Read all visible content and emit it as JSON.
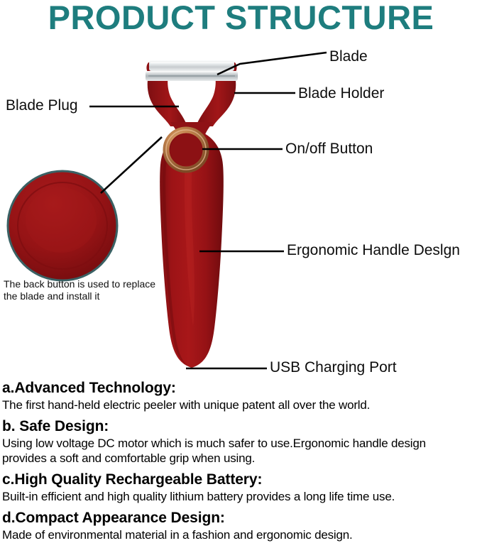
{
  "title": "PRODUCT STRUCTURE",
  "colors": {
    "title_teal": "#1E7D7E",
    "handle_red": "#9E1316",
    "handle_red_dark": "#6E0C0F",
    "handle_red_light": "#B5201F",
    "button_copper": "#C98A5B",
    "button_copper_dark": "#8C5530",
    "blade_silver": "#D8DCDE",
    "blade_white": "#F2F4F5",
    "inset_border": "#3A6164",
    "leader_line": "#000000",
    "text": "#111111"
  },
  "callouts": [
    {
      "id": "blade",
      "label": "Blade"
    },
    {
      "id": "blade_holder",
      "label": "Blade Holder"
    },
    {
      "id": "onoff",
      "label": "On/off Button"
    },
    {
      "id": "ergonomic",
      "label": "Ergonomic Handle Deslgn"
    },
    {
      "id": "usb",
      "label": "USB Charging Port"
    },
    {
      "id": "blade_plug",
      "label": "Blade Plug"
    }
  ],
  "inset": {
    "caption_line1": "The back button is used to replace",
    "caption_line2": "the blade and install it",
    "caption": "The back button is used to replace the blade and install it"
  },
  "features": [
    {
      "heading": "a.Advanced Technology:",
      "body": "The first hand-held electric peeler with unique patent all over the world."
    },
    {
      "heading": "b. Safe Design:",
      "body_line1": "Using low voltage DC motor which is much safer to use.Ergonomic handle design",
      "body_line2": "provides a soft and comfortable grip when using.",
      "body": "Using low voltage DC motor which is much safer to use.Ergonomic handle design provides a soft and comfortable grip when using."
    },
    {
      "heading": "c.High Quality Rechargeable Battery:",
      "body": "Built-in efficient and high quality lithium battery provides a long life time use."
    },
    {
      "heading": "d.Compact Appearance Design:",
      "body": "Made of environmental material in a fashion and ergonomic design."
    }
  ]
}
